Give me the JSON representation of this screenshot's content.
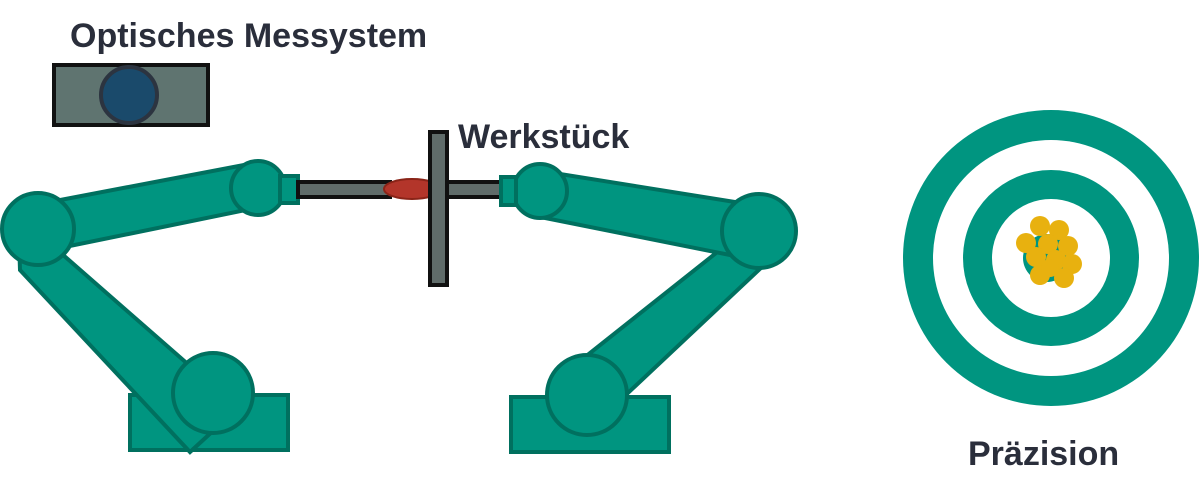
{
  "labels": {
    "camera": "Optisches Messystem",
    "workpiece": "Werkstück",
    "precision": "Präzision"
  },
  "colors": {
    "robot_fill": "#009580",
    "robot_stroke": "#00705f",
    "camera_body": "#5f7470",
    "camera_lens": "#1a4a6b",
    "tool_gray": "#606c6a",
    "tool_tip": "#b3352a",
    "target_ring": "#009580",
    "hits": "#e8b10f",
    "text": "#2a2e3b"
  },
  "icons": {
    "camera": "camera-icon",
    "left_robot": "robot-arm-icon",
    "right_robot": "robot-arm-icon",
    "target": "target-icon"
  }
}
